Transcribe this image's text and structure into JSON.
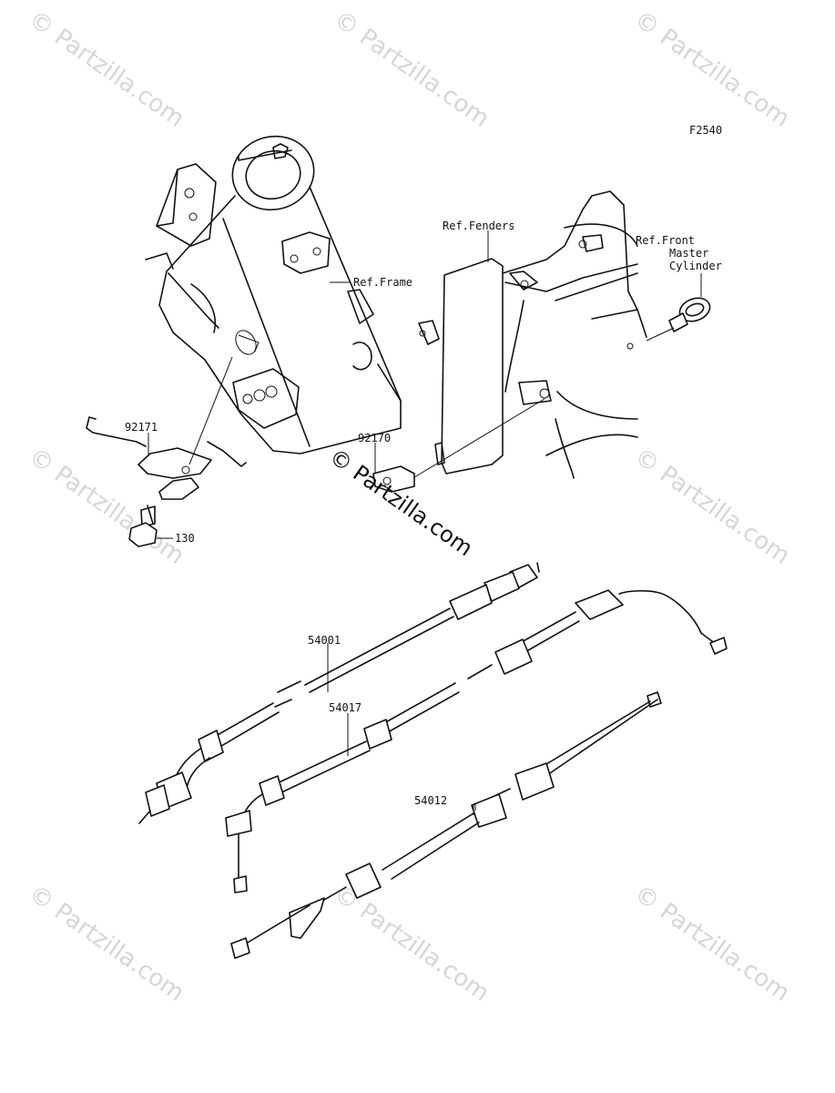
{
  "figure_code": "F2540",
  "callouts": {
    "ref_frame": "Ref.Frame",
    "ref_fenders": "Ref.Fenders",
    "ref_front_master_line1": "Ref.Front",
    "ref_front_master_line2": "Master",
    "ref_front_master_line3": "Cylinder",
    "part_92171": "92171",
    "part_92170": "92170",
    "part_130": "130",
    "part_54001": "54001",
    "part_54017": "54017",
    "part_54012": "54012"
  },
  "watermark": {
    "text": "© Partzilla.com",
    "center_text": "© Partzilla.com"
  },
  "colors": {
    "line": "#111111",
    "watermark": "#d6d6d6",
    "background": "#ffffff"
  }
}
